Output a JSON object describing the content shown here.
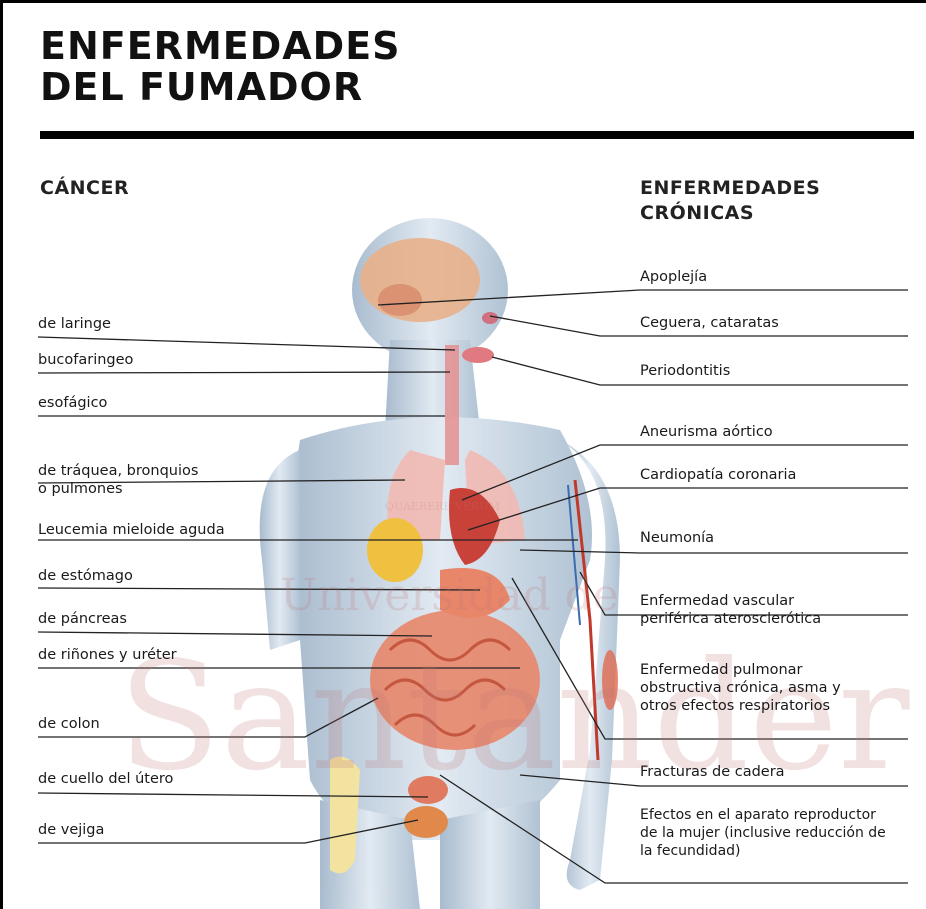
{
  "title": {
    "line1": "ENFERMEDADES",
    "line2": "DEL FUMADOR"
  },
  "left_column": {
    "heading": "CÁNCER",
    "items": [
      {
        "label": "de laringe"
      },
      {
        "label": "bucofaringeo"
      },
      {
        "label": "esofágico"
      },
      {
        "label": "de tráquea, bronquios",
        "label2": "o pulmones"
      },
      {
        "label": "Leucemia mieloide aguda"
      },
      {
        "label": "de estómago"
      },
      {
        "label": "de páncreas"
      },
      {
        "label": "de riñones y uréter"
      },
      {
        "label": "de colon"
      },
      {
        "label": "de cuello del útero"
      },
      {
        "label": "de vejiga"
      }
    ]
  },
  "right_column": {
    "heading_line1": "ENFERMEDADES",
    "heading_line2": "CRÓNICAS",
    "items": [
      {
        "label": "Apoplejía"
      },
      {
        "label": "Ceguera, cataratas"
      },
      {
        "label": "Periodontitis"
      },
      {
        "label": "Aneurisma aórtico"
      },
      {
        "label": "Cardiopatía coronaria"
      },
      {
        "label": "Neumonía"
      },
      {
        "label": "Enfermedad vascular",
        "label2": "periférica aterosclerótica"
      },
      {
        "label": "Enfermedad pulmonar",
        "label2": "obstructiva crónica, asma y",
        "label3": "otros efectos respiratorios"
      },
      {
        "label": "Fracturas de cadera"
      },
      {
        "label": "Efectos en el aparato reproductor",
        "label2": "de la mujer (inclusive reducción de",
        "label3": "la fecundidad)"
      }
    ]
  },
  "watermark": {
    "line1": "Universidad de",
    "line2": "Santander",
    "seal_text": "QUAERERE VERUM"
  },
  "colors": {
    "text": "#1a1a1a",
    "rule": "#000000",
    "body_fill": "#c9d8e6",
    "organ": "#e8866a",
    "brain": "#e8b08a",
    "watermark": "#c49a9a"
  }
}
